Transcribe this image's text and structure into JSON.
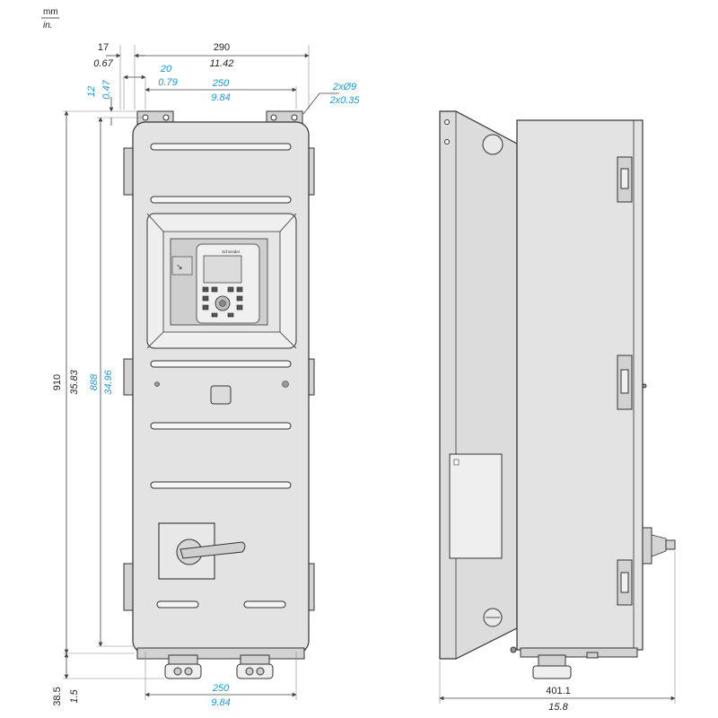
{
  "units": {
    "metric": "mm",
    "imperial": "in."
  },
  "front_view": {
    "overall_width_mm": "290",
    "overall_width_in": "11.42",
    "offset_left_mm": "17",
    "offset_left_in": "0.67",
    "hole_offset_mm": "20",
    "hole_offset_in": "0.79",
    "hole_spacing_mm": "250",
    "hole_spacing_in": "9.84",
    "holes_mm": "2xØ9",
    "holes_in": "2x0.35",
    "top_offset_mm": "12",
    "top_offset_in": "0.47",
    "overall_height_mm": "910",
    "overall_height_in": "35.83",
    "hole_height_mm": "888",
    "hole_height_in": "34.96",
    "bottom_mm": "38.5",
    "bottom_in": "1.5",
    "bottom_spacing_mm": "250",
    "bottom_spacing_in": "9.84",
    "keypad_brand": "Schneider"
  },
  "side_view": {
    "depth_mm": "401.1",
    "depth_in": "15.8"
  },
  "colors": {
    "dimension_line": "#444444",
    "imperial_text": "#1c9ad6",
    "enclosure_fill": "#e3e3e3"
  }
}
